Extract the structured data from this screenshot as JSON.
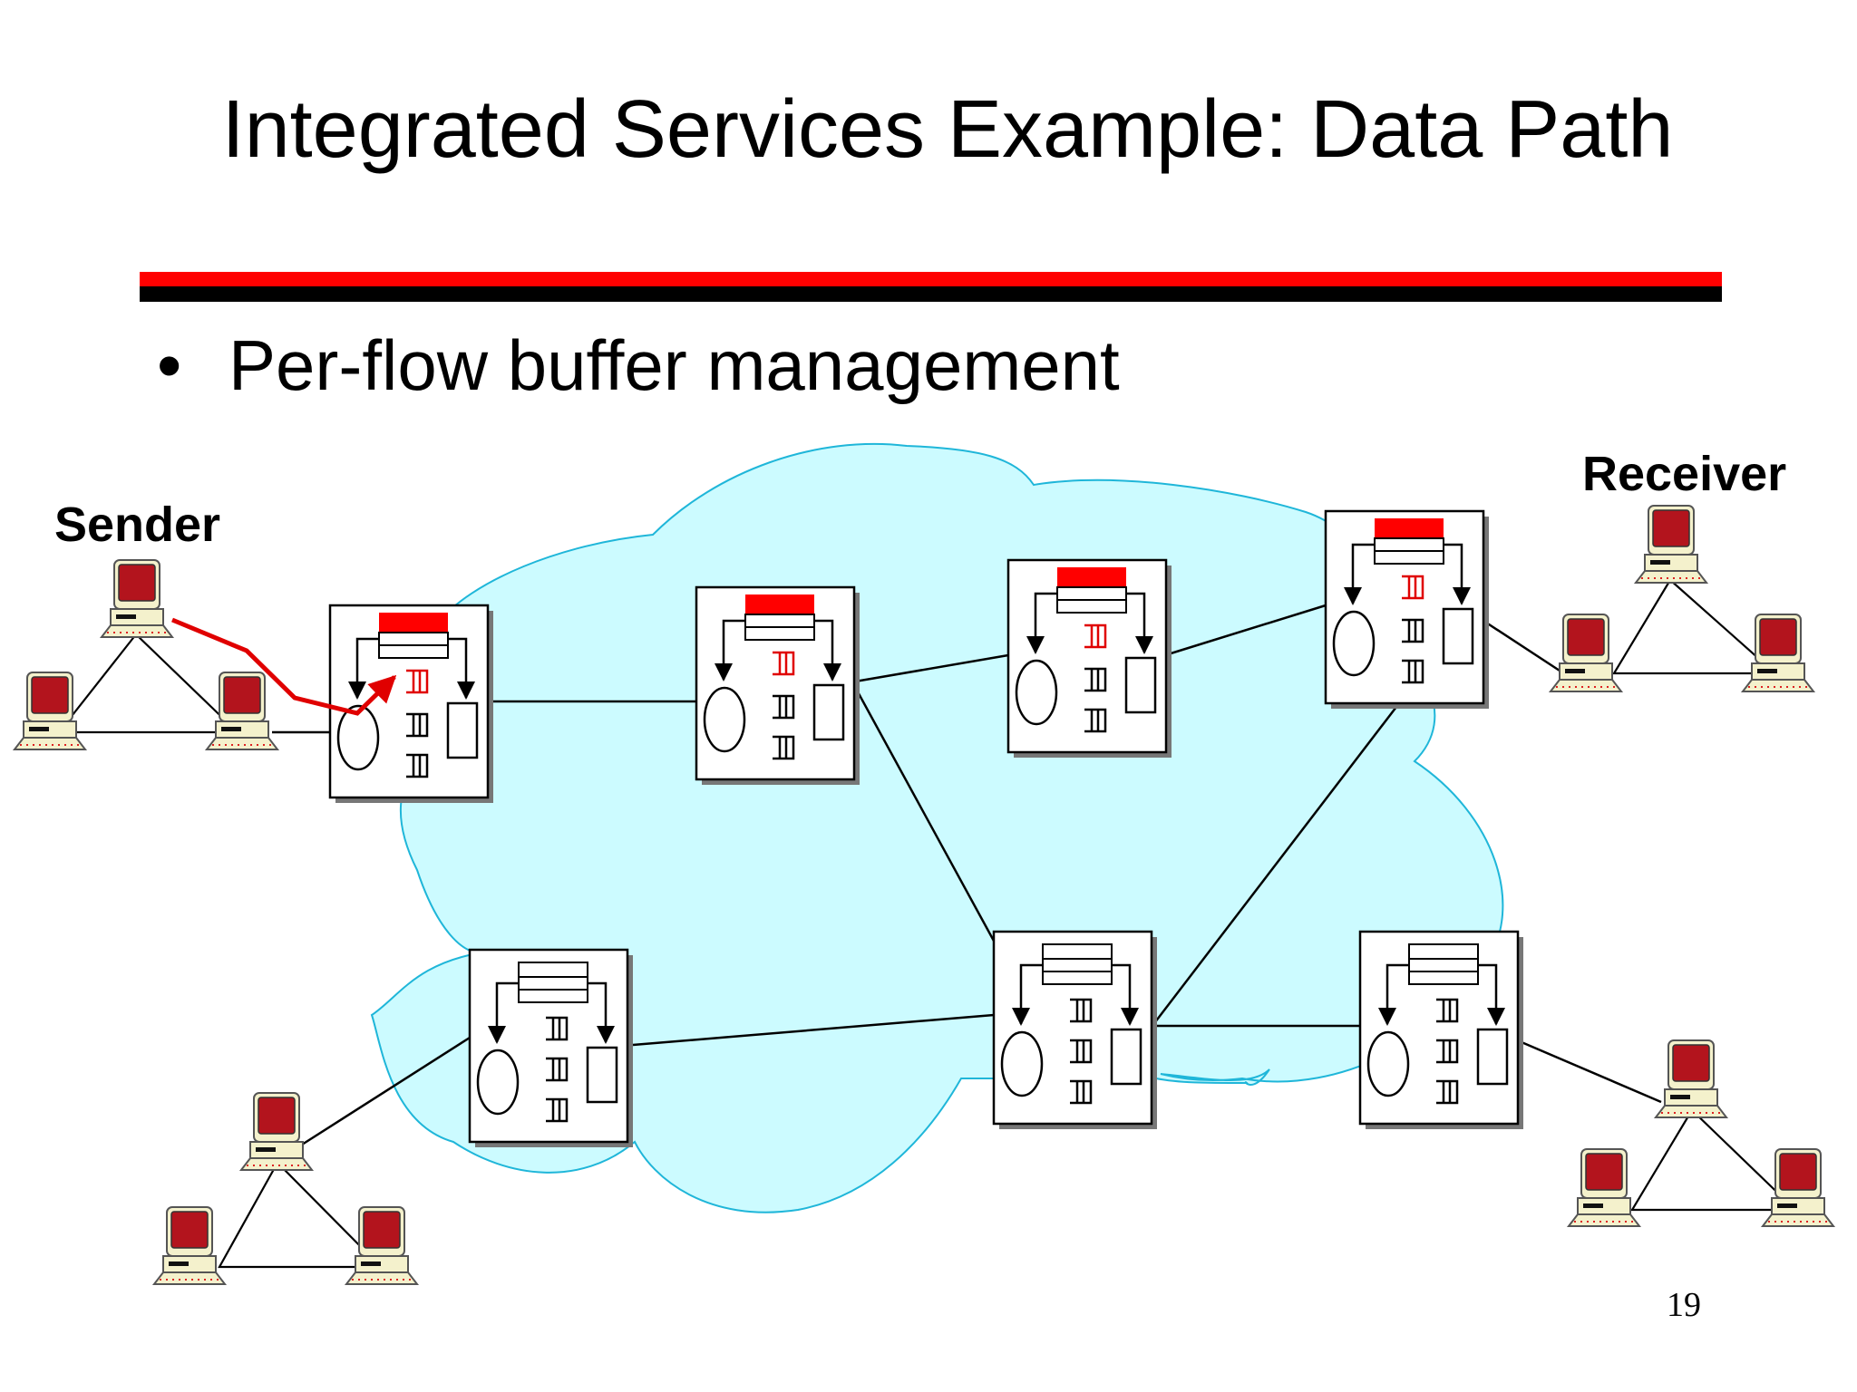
{
  "slide": {
    "title": "Integrated Services Example: Data Path",
    "bullet": "Per-flow buffer management",
    "page_number": "19"
  },
  "labels": {
    "sender": "Sender",
    "receiver": "Receiver"
  },
  "colors": {
    "accent_red": "#ff0000",
    "rule_black": "#000000",
    "cloud_fill": "#ccfbff",
    "cloud_stroke": "#1fb6d9",
    "computer_red": "#b3141d"
  },
  "diagram": {
    "routers": [
      {
        "id": "router-1",
        "reserved": true,
        "flow_queue_highlight": true
      },
      {
        "id": "router-2",
        "reserved": true,
        "flow_queue_highlight": true
      },
      {
        "id": "router-3",
        "reserved": true,
        "flow_queue_highlight": true
      },
      {
        "id": "router-4",
        "reserved": true,
        "flow_queue_highlight": true
      },
      {
        "id": "router-5",
        "reserved": false,
        "flow_queue_highlight": false
      },
      {
        "id": "router-6",
        "reserved": false,
        "flow_queue_highlight": false
      },
      {
        "id": "router-7",
        "reserved": false,
        "flow_queue_highlight": false
      }
    ],
    "host_groups": [
      "sender-group",
      "receiver-group",
      "bottom-left-group",
      "bottom-right-group"
    ],
    "icons": {
      "host": "computer-icon",
      "router": "router-icon",
      "cloud": "network-cloud"
    }
  }
}
